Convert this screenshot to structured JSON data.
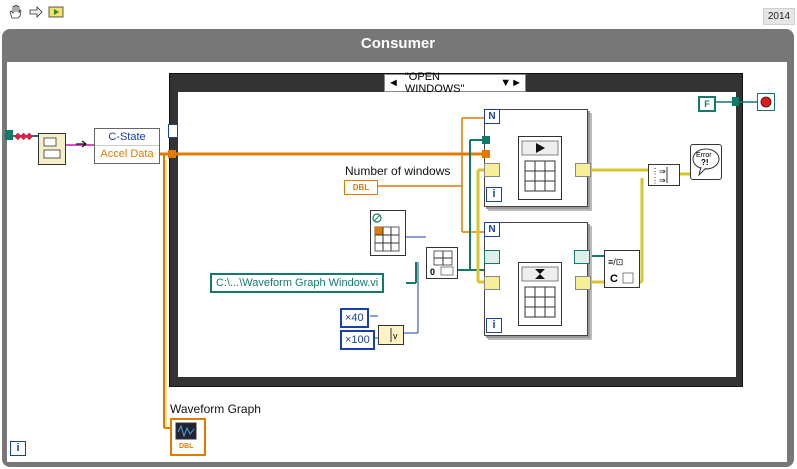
{
  "toolbar": {
    "version": "2014",
    "icons": [
      "hand-icon",
      "arrow-icon",
      "run-icon"
    ]
  },
  "structure": {
    "title": "Consumer"
  },
  "case_selector": {
    "value": "\"OPEN WINDOWS\"",
    "left_arrow": "◄",
    "right_arrow": "▼►"
  },
  "unbundle": {
    "field1": "C-State",
    "field2": "Accel Data"
  },
  "labels": {
    "num_windows": "Number of windows",
    "waveform_graph": "Waveform Graph",
    "dbl": "DBL",
    "false_const": "F"
  },
  "constants": {
    "vi_path": "C:\\...\\Waveform Graph Window.vi",
    "x40": "×40",
    "x100": "×100"
  },
  "loops": {
    "n_label": "N",
    "i_label": "i"
  },
  "error_text": "Error ?!",
  "colors": {
    "frame": "#777777",
    "case_frame": "#333333",
    "wire_orange": "#e07b00",
    "wire_blue": "#1b3fa8",
    "wire_green": "#127a6a",
    "wire_pink": "#d94fc9",
    "wire_yellow": "#d4c62a"
  }
}
